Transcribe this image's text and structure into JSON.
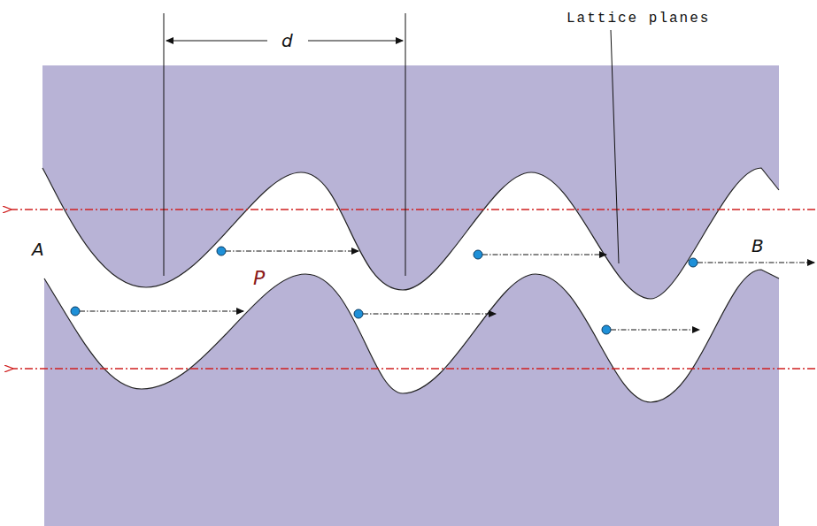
{
  "diagram": {
    "labels": [
      "d",
      "Lattice planes",
      "A",
      "B",
      "P"
    ]
  }
}
